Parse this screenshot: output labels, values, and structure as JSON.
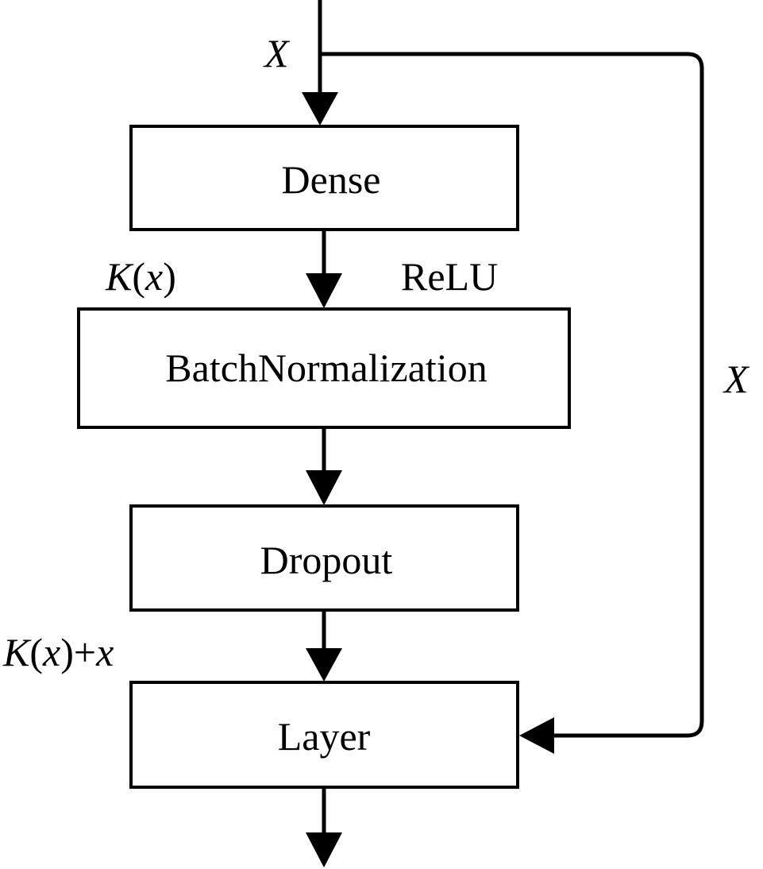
{
  "blocks": {
    "dense": "Dense",
    "batch_normalization": "BatchNormalization",
    "dropout": "Dropout",
    "layer": "Layer"
  },
  "labels": {
    "input_x": "X",
    "skip_x": "X",
    "relu": "ReLU",
    "kx": {
      "k": "K",
      "open": "(",
      "x": "x",
      "close": ")"
    },
    "kx_plus_x": {
      "k": "K",
      "open": "(",
      "x": "x",
      "close": ")",
      "plus": "+",
      "x2": "x"
    }
  }
}
